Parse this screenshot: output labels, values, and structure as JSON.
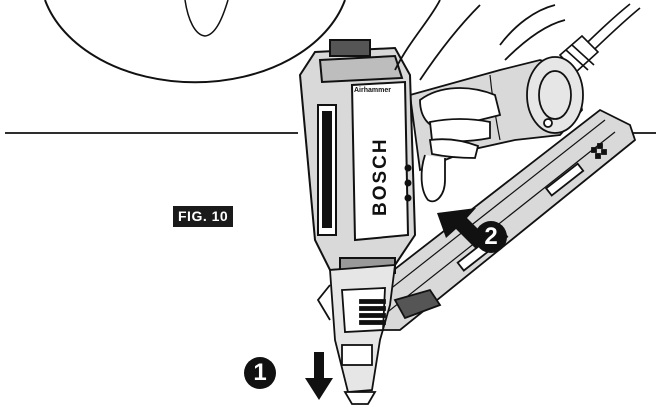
{
  "figure": {
    "label": "FIG. 10",
    "brand_text": "BOSCH",
    "model_text": "Airhammer",
    "steps": [
      {
        "number": "1",
        "direction": "down",
        "arrow_icon": "down-arrow-icon"
      },
      {
        "number": "2",
        "direction": "up-left",
        "arrow_icon": "diagonal-arrow-icon"
      }
    ],
    "colors": {
      "ink": "#111111",
      "paper": "#ffffff",
      "body_fill": "#d9d9d9",
      "label_bg": "#1a1a1a"
    }
  }
}
